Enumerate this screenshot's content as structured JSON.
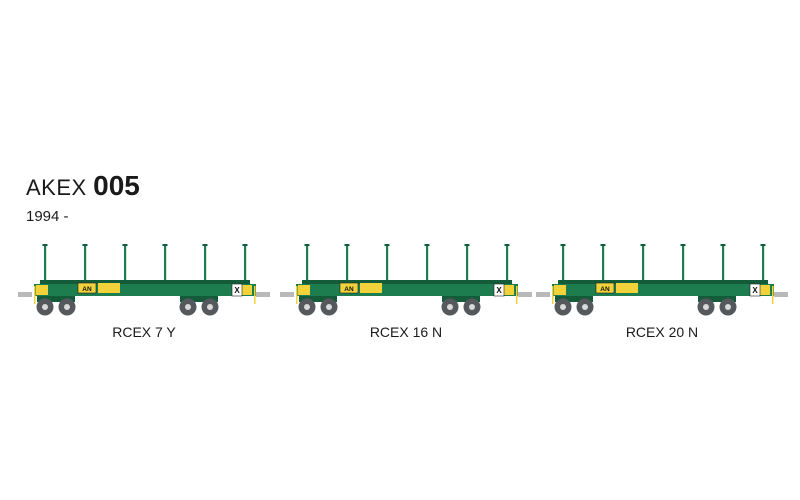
{
  "product": {
    "code_prefix": "AKEX",
    "code_number": "005",
    "years": "1994 -"
  },
  "colors": {
    "body": "#1e7d4f",
    "body_dark": "#145c39",
    "panel": "#f2d23a",
    "wheel": "#55585c",
    "hub": "#d8d8d8",
    "buffer": "#b9b9b9"
  },
  "wagons": [
    {
      "label": "RCEX 7 Y",
      "panel_text": "AN",
      "plate_text": "X"
    },
    {
      "label": "RCEX 16 N",
      "panel_text": "AN",
      "plate_text": "X"
    },
    {
      "label": "RCEX 20 N",
      "panel_text": "AN",
      "plate_text": "X"
    }
  ]
}
